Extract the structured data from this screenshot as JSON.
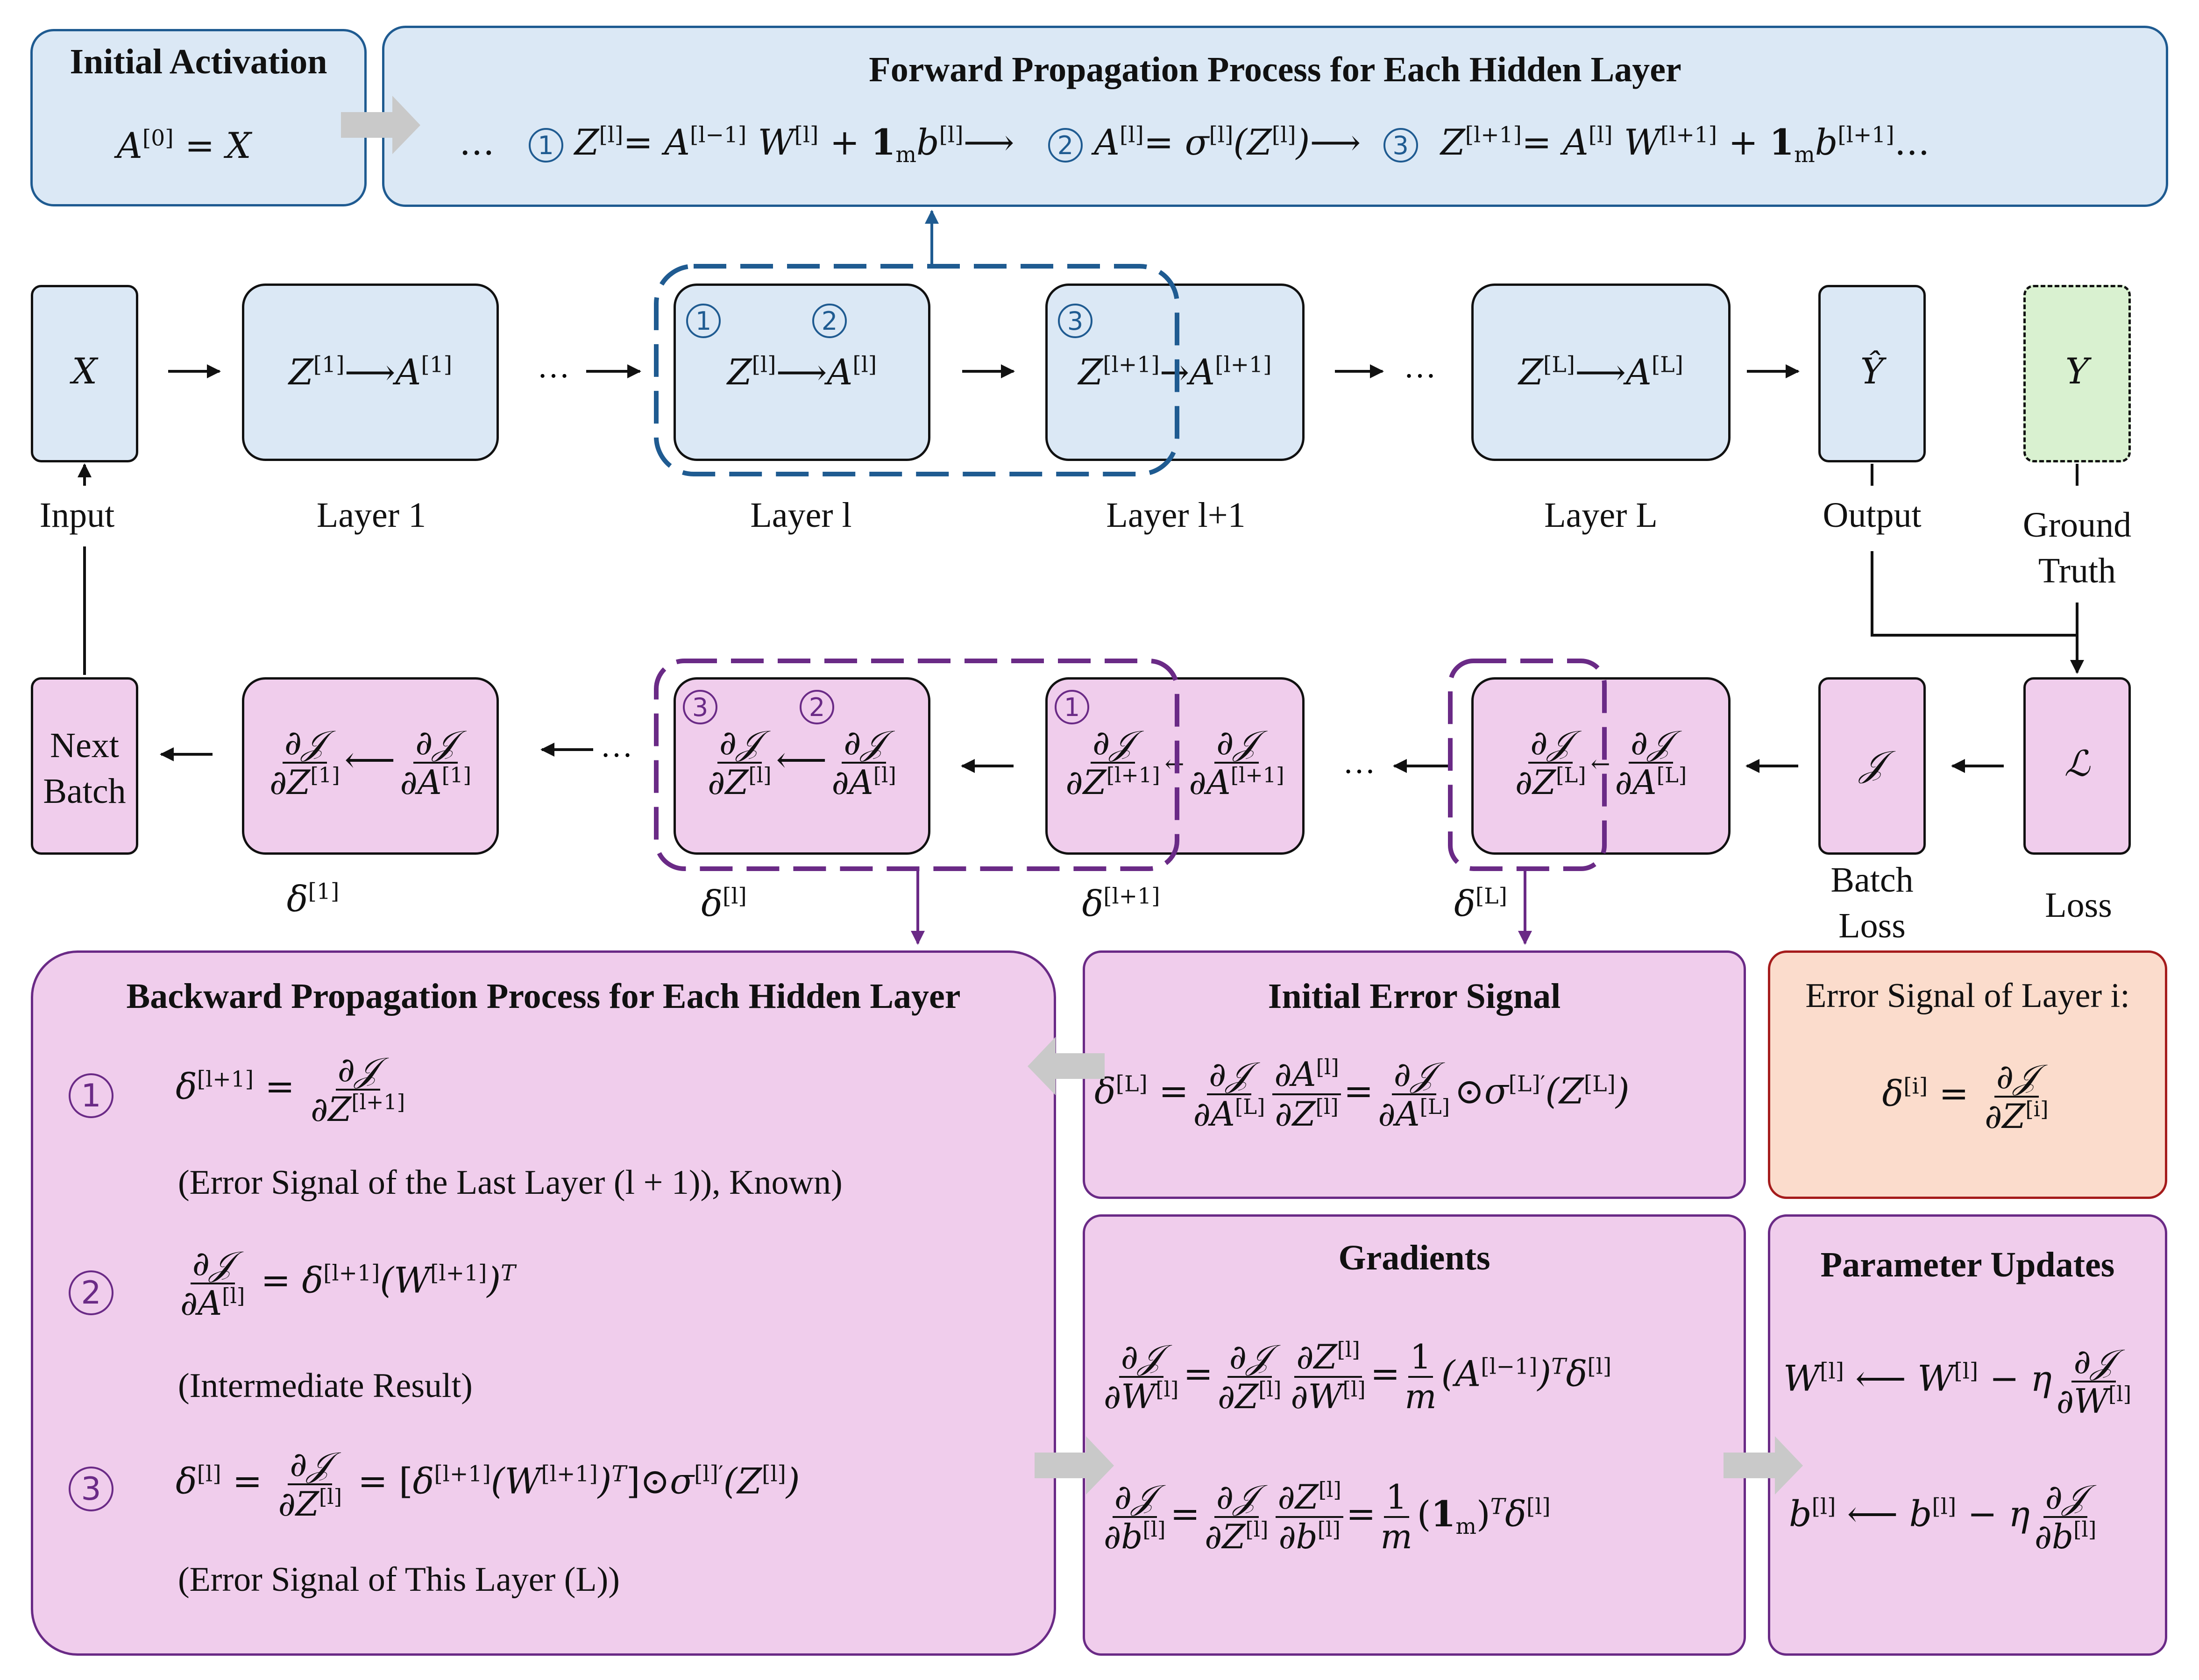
{
  "forward": {
    "initial_title": "Initial Activation",
    "initial_eq": "A[0] = X",
    "title": "Forward Propagation Process for Each Hidden Layer",
    "ellipsis": "…",
    "step1": "Z[l]= A[l−1] W[l] + 1mb[l]",
    "step2": "A[l]= σ[l](Z[l])",
    "step3": "Z[l+1]= A[l] W[l+1] + 1mb[l+1]"
  },
  "layers": {
    "x": "X",
    "layer1": "Z[1]→A[1]",
    "layerl": "Z[l]→A[l]",
    "layerl1": "Z[l+1]→A[l+1]",
    "layerL": "Z[L]→A[L]",
    "yhat": "Ŷ",
    "y": "Y",
    "labels": {
      "input": "Input",
      "layer1": "Layer 1",
      "layerl": "Layer l",
      "layerl1": "Layer l+1",
      "layerL": "Layer L",
      "output": "Output",
      "ground_truth": "Ground Truth"
    }
  },
  "backward_row": {
    "next_batch": "Next Batch",
    "cost": "𝒥",
    "loss": "ℒ",
    "labels": {
      "delta1": "δ[1]",
      "deltal": "δ[l]",
      "deltal1": "δ[l+1]",
      "deltaL": "δ[L]",
      "batch_loss": "Batch Loss",
      "loss": "Loss"
    }
  },
  "backward": {
    "title": "Backward Propagation Process for Each Hidden Layer",
    "eq1_note": "(Error Signal of the Last Layer (l + 1)), Known)",
    "eq2_note": "(Intermediate Result)",
    "eq3_note": "(Error Signal of This Layer (L))"
  },
  "initial_error": {
    "title": "Initial Error Signal"
  },
  "error_signal": {
    "title": "Error Signal of Layer i:"
  },
  "gradients": {
    "title": "Gradients"
  },
  "updates": {
    "title": "Parameter Updates"
  },
  "colors": {
    "blue_fill": "#dbe8f5",
    "blue_border": "#1f5b91",
    "pink_fill": "#f0cdec",
    "purple_border": "#6a2a86",
    "green_fill": "#d9f1d0",
    "peach_fill": "#fbdccc",
    "red_border": "#a51c1c"
  }
}
